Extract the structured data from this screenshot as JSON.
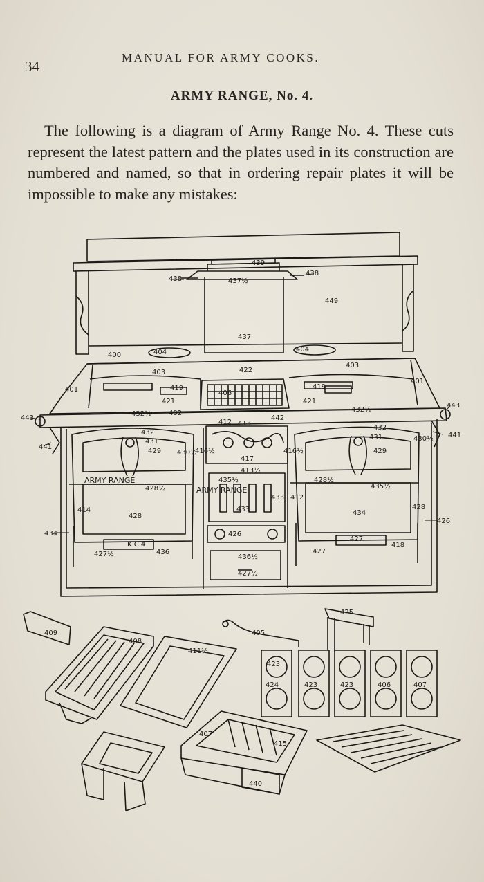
{
  "page": {
    "number": "34",
    "running_head": "MANUAL FOR ARMY COOKS.",
    "title": "ARMY RANGE, No. 4.",
    "paragraph": "The following is a diagram of Army Range No. 4. These cuts represent the latest pattern and the plates used in its construction are numbered and named, so that in ordering repair plates it will be impossible to make any mistakes:"
  },
  "figure": {
    "plate_labels": [
      "439",
      "438",
      "437½",
      "438",
      "449",
      "437",
      "400",
      "404",
      "404",
      "403",
      "422",
      "403",
      "401",
      "419",
      "421",
      "406",
      "419",
      "421",
      "401",
      "443",
      "432½",
      "402",
      "442",
      "432½",
      "443",
      "441",
      "432",
      "431",
      "429",
      "430½",
      "412",
      "413",
      "416½",
      "416½",
      "417",
      "432",
      "431",
      "429",
      "430½",
      "441",
      "ARMY RANGE",
      "428½",
      "413½",
      "ARMY RANGE",
      "428½",
      "435½",
      "412",
      "435½",
      "433",
      "414",
      "433",
      "428",
      "428",
      "434",
      "434",
      "426",
      "K C 4",
      "426",
      "427",
      "427½",
      "436",
      "436½",
      "427½",
      "427",
      "418",
      "409",
      "408",
      "411½",
      "405",
      "425",
      "423",
      "424",
      "423",
      "423",
      "406",
      "407",
      "407",
      "415",
      "440"
    ],
    "colors": {
      "ink": "#1c1a17",
      "paper": "#ece8de"
    }
  }
}
